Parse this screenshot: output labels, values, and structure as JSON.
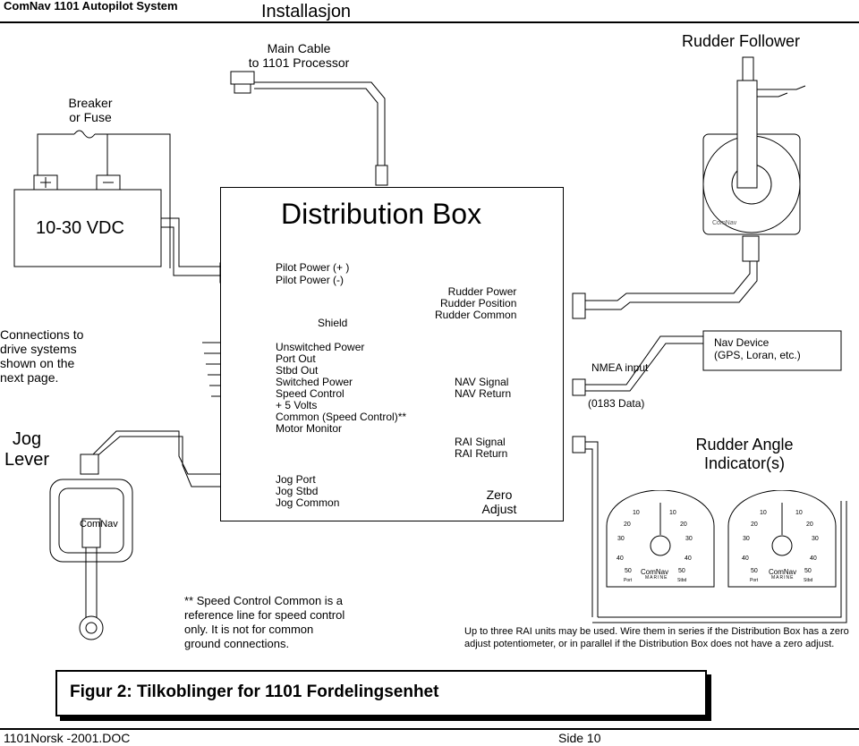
{
  "header": {
    "system_title": "ComNav 1101 Autopilot System",
    "section_title": "Installasjon"
  },
  "labels": {
    "main_cable": [
      "Main Cable",
      "to 1101 Processor"
    ],
    "rudder_follower": "Rudder Follower",
    "breaker": [
      "Breaker",
      "or Fuse"
    ],
    "battery_voltage": "10-30 VDC",
    "distribution_box_title": "Distribution Box",
    "connections_note": [
      "Connections to",
      "drive systems",
      "shown on the",
      "next page."
    ],
    "jog_lever": [
      "Jog",
      "Lever"
    ],
    "nav_device": [
      "Nav Device",
      "(GPS, Loran, etc.)"
    ],
    "nmea_input": "NMEA input",
    "nmea_data": "(0183 Data)",
    "rudder_angle_indicator": [
      "Rudder Angle",
      "Indicator(s)"
    ],
    "comnav_brand": "ComNav",
    "marine_brand": "MARINE"
  },
  "terminals": {
    "pilot_power": [
      "Pilot Power (+ )",
      "Pilot Power (-)"
    ],
    "shield": "Shield",
    "power_group": [
      "Unswitched Power",
      "Port Out",
      "Stbd Out",
      "Switched Power",
      "Speed Control",
      "+ 5 Volts",
      "Common (Speed Control)**",
      "Motor Monitor"
    ],
    "jog_group": [
      "Jog Port",
      "Jog Stbd",
      "Jog Common"
    ],
    "rudder_group": [
      "Rudder Power",
      "Rudder Position",
      "Rudder Common"
    ],
    "nav_group": [
      "NAV Signal",
      "NAV Return"
    ],
    "rai_group": [
      "RAI Signal",
      "RAI Return"
    ],
    "zero_adjust": [
      "Zero",
      "Adjust"
    ]
  },
  "gauge": {
    "scale_top": [
      "10",
      "10"
    ],
    "scale_20": [
      "20",
      "20"
    ],
    "scale_30": [
      "30",
      "30"
    ],
    "scale_40": [
      "40",
      "40"
    ],
    "scale_50": [
      "50",
      "50"
    ],
    "port": "Port",
    "stbd": "Stbd"
  },
  "notes": {
    "speed_control": [
      "** Speed Control Common is a",
      "reference line for speed control",
      "only.  It is not for common",
      "ground connections."
    ],
    "rai_units": [
      "Up to three RAI units may be used.  Wire them in series if the Distribution Box has a zero",
      "adjust potentiometer, or in parallel if the Distribution Box does not have a zero adjust."
    ]
  },
  "figure": {
    "caption": "Figur 2:  Tilkoblinger for 1101 Fordelingsenhet"
  },
  "footer": {
    "doc_name": "1101Norsk -2001.DOC",
    "page_label": "Side 10"
  }
}
